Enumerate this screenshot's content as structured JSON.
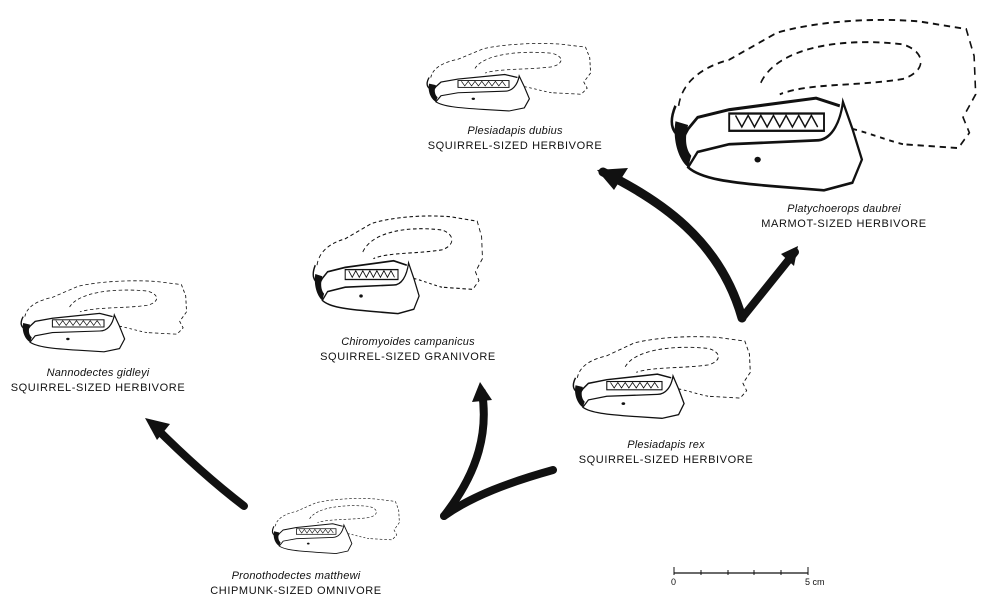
{
  "specimens": [
    {
      "id": "plesiadapis-dubius",
      "species": "Plesiadapis dubius",
      "description": "SQUIRREL-SIZED HERBIVORE"
    },
    {
      "id": "platychoerops-daubrei",
      "species": "Platychoerops daubrei",
      "description": "MARMOT-SIZED HERBIVORE"
    },
    {
      "id": "chiromyoides-campanicus",
      "species": "Chiromyoides campanicus",
      "description": "SQUIRREL-SIZED GRANIVORE"
    },
    {
      "id": "nannodectes-gidleyi",
      "species": "Nannodectes gidleyi",
      "description": "SQUIRREL-SIZED HERBIVORE"
    },
    {
      "id": "plesiadapis-rex",
      "species": "Plesiadapis rex",
      "description": "SQUIRREL-SIZED HERBIVORE"
    },
    {
      "id": "pronothodectes-matthewi",
      "species": "Pronothodectes matthewi",
      "description": "CHIPMUNK-SIZED OMNIVORE"
    }
  ],
  "scale_bar": {
    "start_label": "0",
    "end_label": "5 cm"
  },
  "colors": {
    "ink": "#111111",
    "arrow": "#111111",
    "background": "#ffffff"
  }
}
